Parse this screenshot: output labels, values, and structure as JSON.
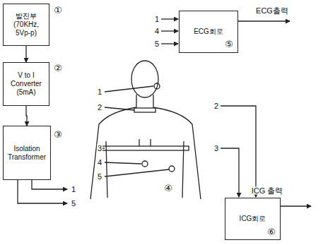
{
  "diagram": {
    "nodes": [
      {
        "text": [
          "발진부",
          "(70KHz, 5Vp-p)"
        ]
      },
      {
        "text": [
          "V to I Converter",
          "(5mA)"
        ]
      },
      {
        "text": [
          "Isolation Transformer"
        ]
      },
      {
        "text": [
          "ECG회로"
        ]
      },
      {
        "text": [
          "ICG회로"
        ]
      }
    ],
    "edges": [
      {
        "from": 0,
        "to": 1,
        "arrow": "to"
      },
      {
        "from": 1,
        "to": 2,
        "arrow": "to"
      }
    ],
    "labels": [
      "①",
      "②",
      "③",
      "④",
      "⑤",
      "⑥",
      "ECG출력",
      "ICG 출력",
      "1",
      "5",
      "1",
      "2",
      "3",
      "4",
      "5",
      "1",
      "4",
      "5",
      "2",
      "3"
    ]
  }
}
